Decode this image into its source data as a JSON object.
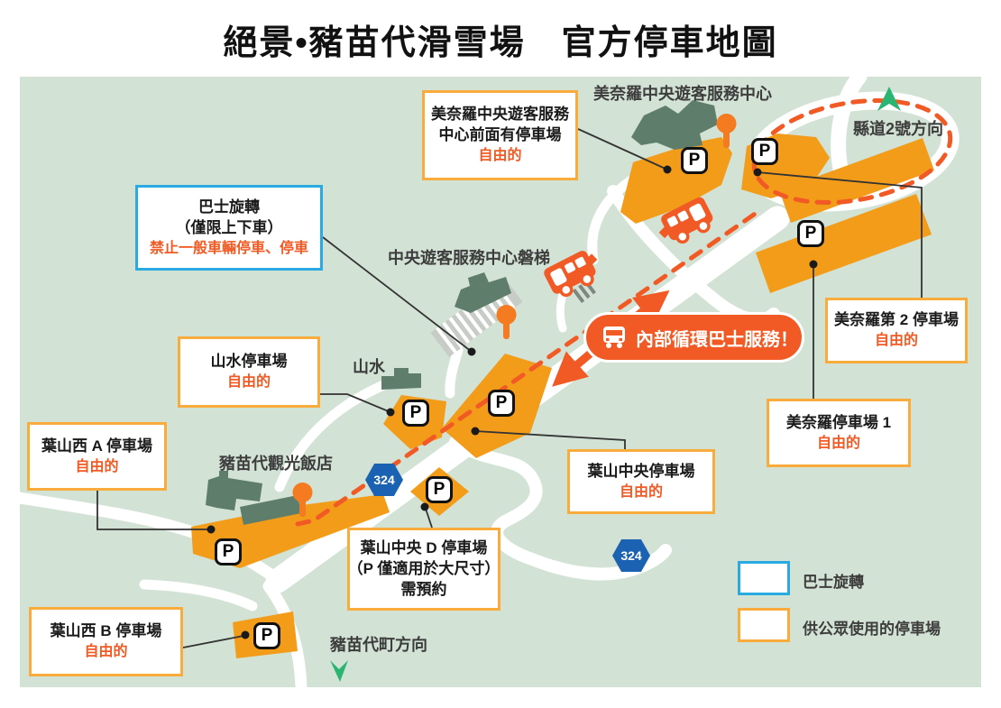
{
  "title": "絕景•豬苗代滑雪場　官方停車地圖",
  "map": {
    "p_marker": "P",
    "route_shield": "324",
    "area_labels": {
      "minero_center": "美奈羅中央遊客服務中心",
      "county_road_direction": "縣道2號方向",
      "bandai_center": "中央遊客服務中心磐梯",
      "sansui": "山水",
      "hotel": "豬苗代觀光飯店",
      "town_direction": "豬苗代町方向"
    },
    "badge": {
      "text": "內部循環巴士服務！"
    },
    "callouts": {
      "minero_front": {
        "line1": "美奈羅中央遊客服務",
        "line2": "中心前面有停車場",
        "note": "自由的"
      },
      "bus_rotary": {
        "line1": "巴士旋轉",
        "line2": "（僅限上下車）",
        "note": "禁止一般車輛停車、停車"
      },
      "sansui": {
        "line1": "山水停車場",
        "note": "自由的"
      },
      "hayama_west_a": {
        "line1": "葉山西 A 停車場",
        "note": "自由的"
      },
      "minero_2": {
        "line1": "美奈羅第 2 停車場",
        "note": "自由的"
      },
      "minero_1": {
        "line1": "美奈羅停車場 1",
        "note": "自由的"
      },
      "hayama_central": {
        "line1": "葉山中央停車場",
        "note": "自由的"
      },
      "hayama_central_d": {
        "line1": "葉山中央 D 停車場",
        "line2": "（P 僅適用於大尺寸）",
        "line3": "需預約"
      },
      "hayama_west_b": {
        "line1": "葉山西 B 停車場",
        "note": "自由的"
      }
    },
    "legend": {
      "bus_rotary": "巴士旋轉",
      "public_parking": "供公眾使用的停車場"
    },
    "colors": {
      "map_background": "#d2e2d5",
      "road": "#ffffff",
      "parking_fill": "#f29c1a",
      "accent_orange": "#f15a24",
      "callout_border_orange": "#f9ab3c",
      "callout_border_blue": "#29abe2",
      "shield_blue": "#1b63b2",
      "building_green": "#5e7d6b",
      "arrow_green": "#2bb573"
    }
  }
}
